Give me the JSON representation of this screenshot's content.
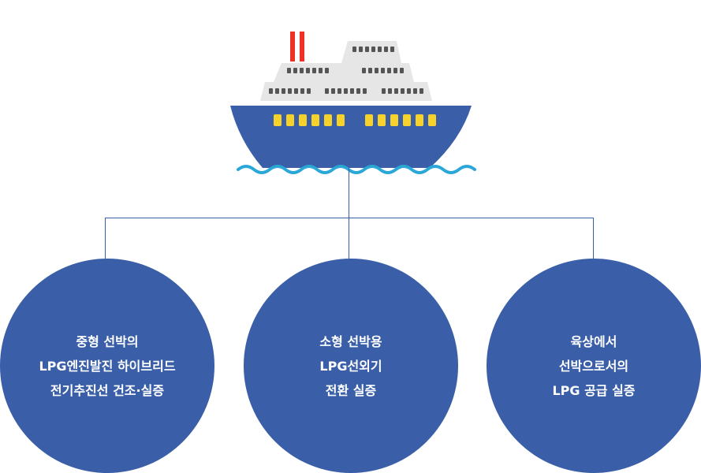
{
  "colors": {
    "hull": "#3a5fa8",
    "deck": "#e6e6e6",
    "chimney": "#ee3124",
    "window_dark": "#555555",
    "porthole": "#f7d22a",
    "wave": "#2aa7d6",
    "connector": "#3a5fa8",
    "circle": "#3a5fa8",
    "circle_text": "#ffffff"
  },
  "ship": {
    "icon": "ship-icon"
  },
  "nodes": [
    {
      "lines": [
        "중형 선박의",
        "LPG엔진발진 하이브리드",
        "전기추진선 건조·실증"
      ]
    },
    {
      "lines": [
        "소형 선박용",
        "LPG선외기",
        "전환 실증"
      ]
    },
    {
      "lines": [
        "육상에서",
        "선박으로서의",
        "LPG 공급 실증"
      ]
    }
  ]
}
